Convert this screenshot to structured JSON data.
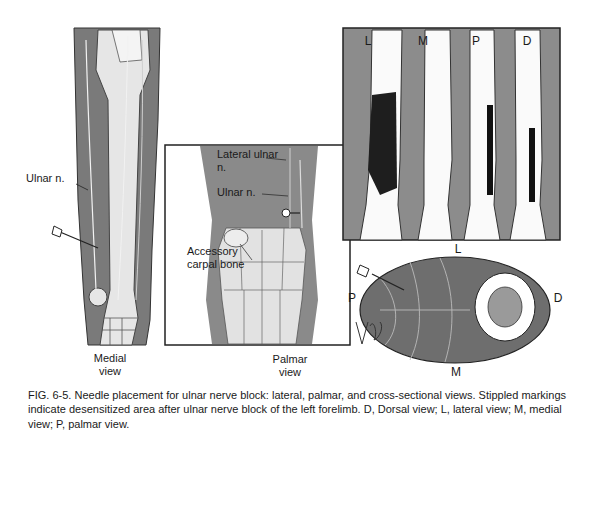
{
  "diagram": {
    "caption": "FIG. 6-5. Needle placement for ulnar nerve block: lateral, palmar, and cross-sectional views. Stippled markings indicate desensitized area after ulnar nerve block of the left forelimb. D, Dorsal view; L, lateral view; M, medial view; P, palmar view.",
    "nodes": [
      {
        "text": [
          "Lateral ulnar n.",
          "Ulnar n.",
          "Accessory carpal bone",
          "Palmar view"
        ]
      },
      {
        "text": [
          "L",
          "M",
          "P",
          "D"
        ]
      }
    ],
    "labels": [
      "Ulnar n.",
      "Medial view",
      "L",
      "P",
      "D",
      "M"
    ]
  }
}
